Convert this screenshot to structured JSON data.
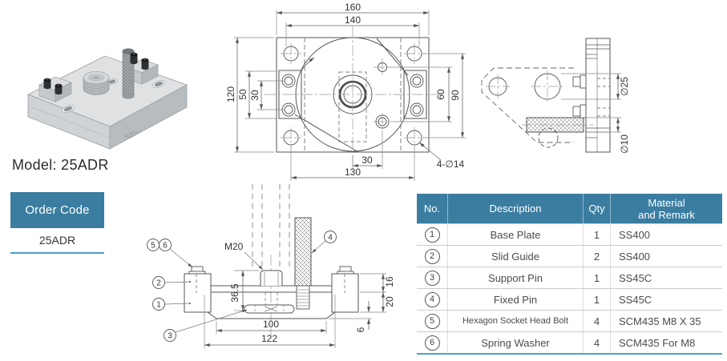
{
  "colors": {
    "accent": "#3A7DA0",
    "rule_blue": "#4DA0C8",
    "line": "#555555",
    "dim_line": "#666666",
    "text": "#333333"
  },
  "model": {
    "label": "Model: 25ADR"
  },
  "order_code": {
    "header": "Order Code",
    "value": "25ADR"
  },
  "top_view": {
    "dims": {
      "width_outer": "160",
      "width_inner": "140",
      "height": "120",
      "guide_height": "50",
      "bolt_spacing": "30",
      "span_60": "60",
      "span_90": "90",
      "offset_30": "30",
      "span_130": "130"
    },
    "hole_note": "4-∅14"
  },
  "side_view": {
    "dims": {
      "pin_dia": "∅25",
      "shank_dia": "∅10"
    }
  },
  "section_view": {
    "thread_label": "M20",
    "dims": {
      "height": "36.5",
      "width_inner": "100",
      "width_outer": "122",
      "h16": "16",
      "h20": "20",
      "h6": "6"
    },
    "callouts": {
      "bolt": "5",
      "washer": "6",
      "slid_guide": "2",
      "base_plate": "1",
      "support_pin": "3",
      "fixed_pin": "4"
    }
  },
  "parts_table": {
    "headers": {
      "no": "No.",
      "description": "Description",
      "qty": "Qty",
      "material_line1": "Material",
      "material_line2": "and Remark"
    },
    "rows": [
      {
        "no": "1",
        "description": "Base Plate",
        "qty": "1",
        "material": "SS400"
      },
      {
        "no": "2",
        "description": "Slid Guide",
        "qty": "2",
        "material": "SS400"
      },
      {
        "no": "3",
        "description": "Support Pin",
        "qty": "1",
        "material": "SS45C"
      },
      {
        "no": "4",
        "description": "Fixed Pin",
        "qty": "1",
        "material": "SS45C"
      },
      {
        "no": "5",
        "description": "Hexagon Socket Head Bolt",
        "qty": "4",
        "material": "SCM435 M8 X 35"
      },
      {
        "no": "6",
        "description": "Spring Washer",
        "qty": "4",
        "material": "SCM435 For M8"
      }
    ]
  }
}
